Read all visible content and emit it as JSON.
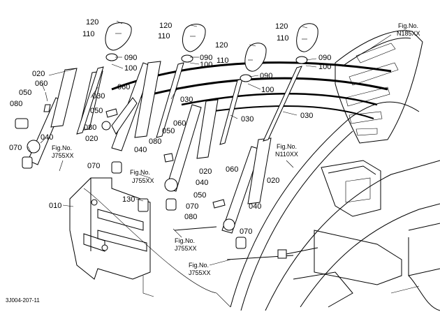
{
  "diagram": {
    "code": "3J004-207-11",
    "labels": {
      "l120a": "120",
      "l110a": "110",
      "l120b": "120",
      "l110b": "110",
      "l120c": "120",
      "l110c": "110",
      "l120d": "120",
      "l110d": "110",
      "l090a": "090",
      "l100a": "100",
      "l090b": "090",
      "l100b": "100",
      "l090c": "090",
      "l100c": "100",
      "l090d": "090",
      "l100d": "100",
      "l020a": "020",
      "l060a": "060",
      "l050a": "050",
      "l080a": "080",
      "l040a": "040",
      "l070a": "070",
      "l030a": "030",
      "l030b": "030",
      "l030c": "030",
      "l030d": "030",
      "l060b": "060",
      "l050b": "050",
      "l080b": "080",
      "l020b": "020",
      "l040b": "040",
      "l070b": "070",
      "l080c": "080",
      "l050c": "050",
      "l060c": "060",
      "l020c": "020",
      "l040c": "040",
      "l060d": "060",
      "l020d": "020",
      "l050d": "050",
      "l070c": "070",
      "l080d": "080",
      "l040d": "040",
      "l070d": "070",
      "l010": "010",
      "l130": "130"
    },
    "refs": {
      "r1a": "Fig.No.",
      "r1b": "N185XX",
      "r2a": "Fig.No.",
      "r2b": "J755XX",
      "r3a": "Fig.No.",
      "r3b": "J755XX",
      "r4a": "Fig.No.",
      "r4b": "N110XX",
      "r5a": "Fig.No.",
      "r5b": "J755XX",
      "r6a": "Fig.No.",
      "r6b": "J755XX"
    }
  }
}
